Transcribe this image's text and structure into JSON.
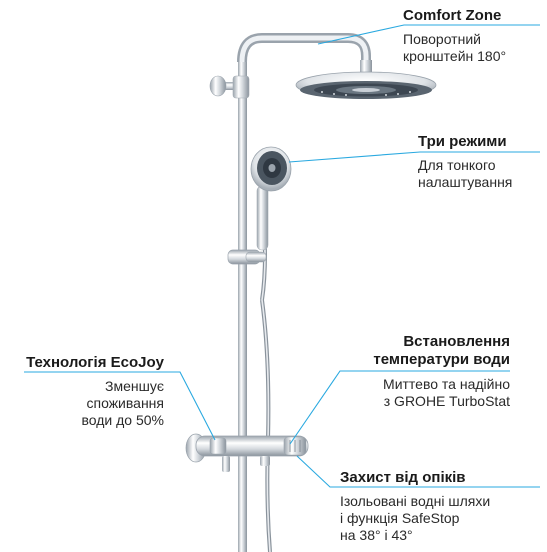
{
  "callouts": {
    "comfort_zone": {
      "title": "Comfort Zone",
      "description": "Поворотний\nкронштейн 180°"
    },
    "three_modes": {
      "title": "Три режими",
      "description": "Для тонкого\nналаштування"
    },
    "ecojoy": {
      "title": "Технологія EcoJoy",
      "description": "Зменшує\nспоживання\nводи до 50%"
    },
    "temperature": {
      "title": "Встановлення\nтемператури води",
      "description": "Миттево та надійно\nз GROHE TurboStat"
    },
    "scald_protection": {
      "title": "Захист від опіків",
      "description": "Ізольовані водні шляхи\nі функція SafeStop\nна 38° і 43°"
    }
  },
  "colors": {
    "leader_line": "#2aa9e0",
    "chrome_light": "#f4f6f8",
    "chrome_mid": "#c9cfd6",
    "chrome_dark": "#8a939c",
    "spray_face": "#3d4752"
  },
  "icons": {
    "shower_system": "shower-system-illustration"
  }
}
